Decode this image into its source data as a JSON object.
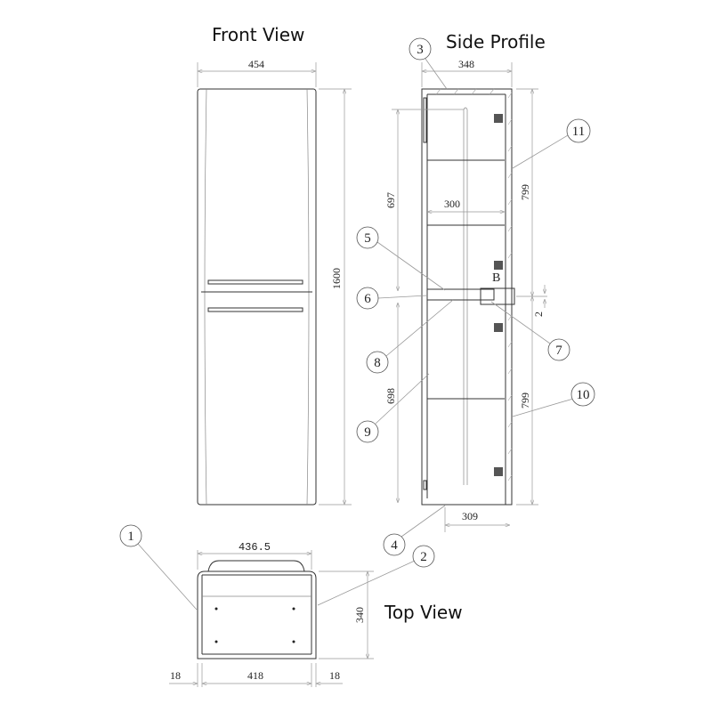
{
  "titles": {
    "front": "Front View",
    "side": "Side Profile",
    "top": "Top View"
  },
  "front_dims": {
    "width": "454",
    "height": "1600"
  },
  "side_dims": {
    "depth": "348",
    "upper_height": "799",
    "lower_height": "799",
    "upper_inner": "697",
    "lower_inner": "698",
    "shelf_depth": "300",
    "gap": "2",
    "base_depth": "309",
    "detail_label": "B"
  },
  "top_dims": {
    "overall_width": "436.5",
    "depth": "340",
    "left_panel": "18",
    "inner_width": "418",
    "right_panel": "18"
  },
  "callouts": [
    "1",
    "2",
    "3",
    "4",
    "5",
    "6",
    "7",
    "8",
    "9",
    "10",
    "11"
  ]
}
